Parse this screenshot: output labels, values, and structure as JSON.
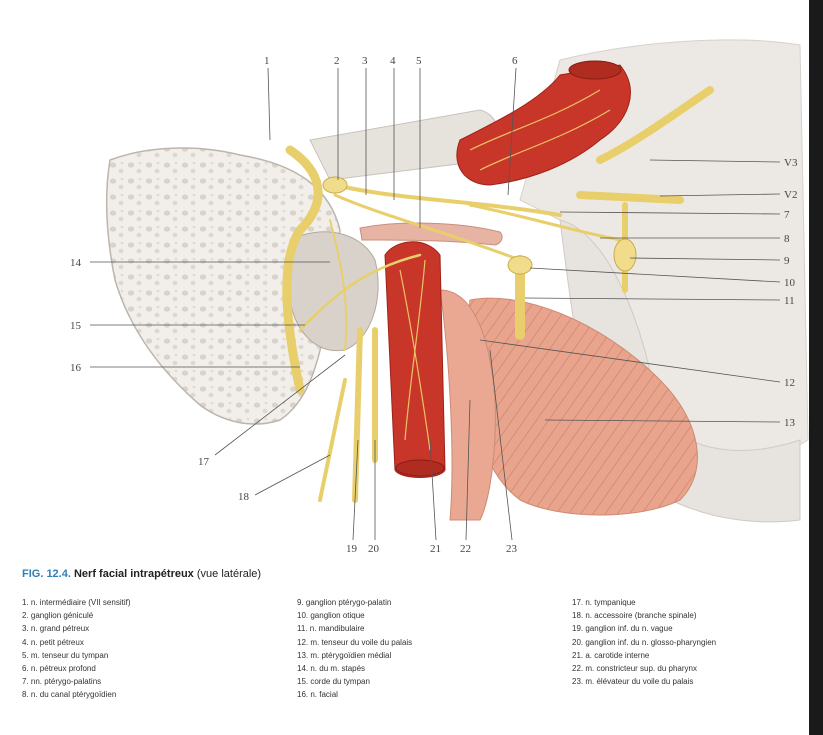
{
  "callouts": [
    "1",
    "2",
    "3",
    "4",
    "5",
    "6",
    "V3",
    "V2",
    "7",
    "8",
    "9",
    "10",
    "11",
    "12",
    "13",
    "14",
    "15",
    "16",
    "17",
    "18",
    "19",
    "20",
    "21",
    "22",
    "23"
  ],
  "caption": {
    "fig_label": "FIG. 12.4.",
    "title": "Nerf facial intrapétreux",
    "subtitle": "(vue latérale)"
  },
  "legend": {
    "col1": [
      "1. n. intermédiaire (VII sensitif)",
      "2. ganglion géniculé",
      "3. n. grand pétreux",
      "4. n. petit pétreux",
      "5. m. tenseur du tympan",
      "6. n. pétreux profond",
      "7. nn. ptérygo-palatins",
      "8. n. du canal ptérygoïdien"
    ],
    "col2": [
      "9. ganglion ptérygo-palatin",
      "10. ganglion otique",
      "11. n. mandibulaire",
      "12. m. tenseur du voile du palais",
      "13. m. ptérygoïdien médial",
      "14. n. du m. stapés",
      "15. corde du tympan",
      "16. n. facial"
    ],
    "col3": [
      "17. n. tympanique",
      "18. n. accessoire (branche spinale)",
      "19. ganglion inf. du n. vague",
      "20. ganglion inf. du n. glosso-pharyngien",
      "21. a. carotide interne",
      "22. m. constricteur sup. du pharynx",
      "23. m. élévateur du voile du palais"
    ]
  },
  "colors": {
    "nerve": "#f0dc8a",
    "artery": "#c8362a",
    "muscle": "#e9a58e",
    "bone": "#f1eeea",
    "caption_accent": "#2f7fb8"
  }
}
